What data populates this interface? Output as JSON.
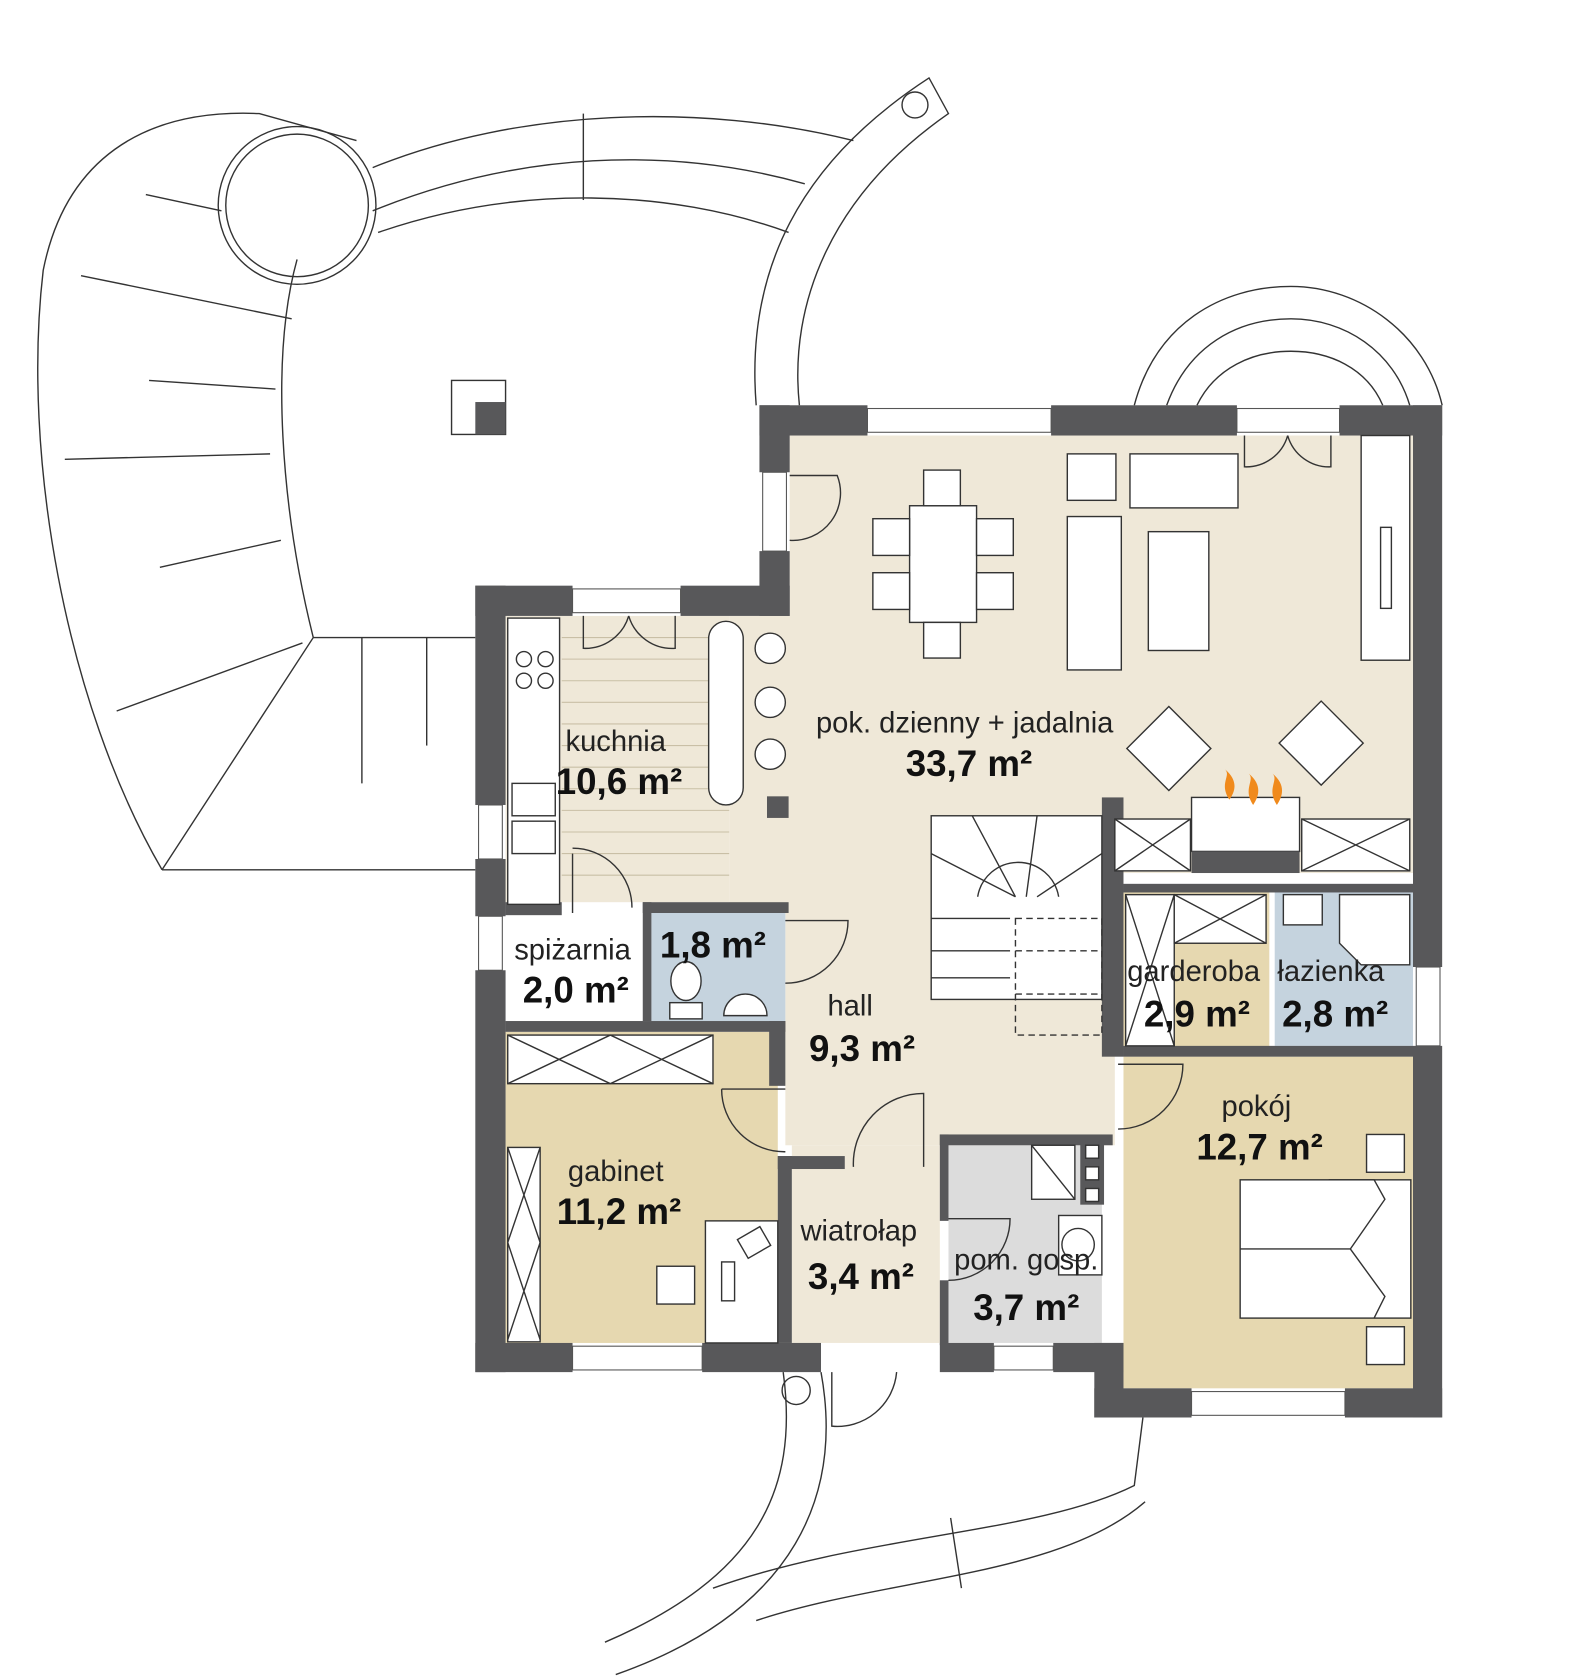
{
  "colors": {
    "wall": "#58585a",
    "living": "#efe8d8",
    "study": "#e6d8b0",
    "bath": "#c5d3de",
    "utility": "#dcdcdc",
    "fire": "#f08a1c"
  },
  "rooms": [
    {
      "name": "pok. dzienny + jadalnia",
      "area": "33,7 m²"
    },
    {
      "name": "kuchnia",
      "area": "10,6 m²"
    },
    {
      "name": "spiżarnia",
      "area": "2,0 m²"
    },
    {
      "name": "",
      "area": "1,8 m²"
    },
    {
      "name": "hall",
      "area": "9,3 m²"
    },
    {
      "name": "gabinet",
      "area": "11,2 m²"
    },
    {
      "name": "wiatrołap",
      "area": "3,4 m²"
    },
    {
      "name": "pom. gosp.",
      "area": "3,7 m²"
    },
    {
      "name": "garderoba",
      "area": "2,9 m²"
    },
    {
      "name": "łazienka",
      "area": "2,8 m²"
    },
    {
      "name": "pokój",
      "area": "12,7 m²"
    }
  ]
}
